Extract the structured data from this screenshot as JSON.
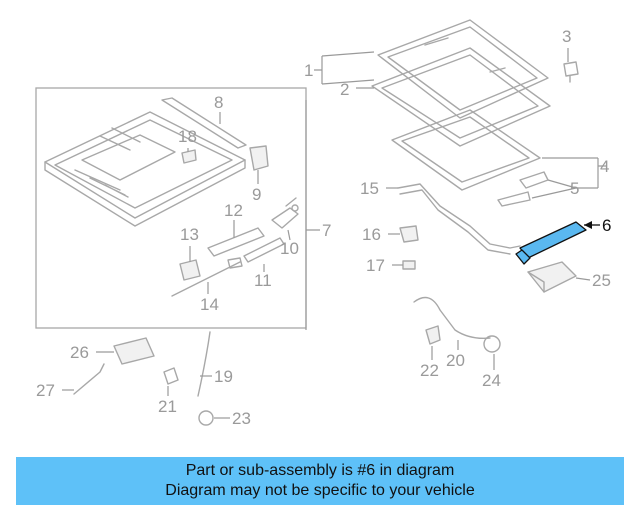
{
  "banner": {
    "line1": "Part or sub-assembly is #6 in diagram",
    "line2": "Diagram may not be specific to your vehicle"
  },
  "highlighted_part": "6",
  "colors": {
    "highlight_fill": "#5ab8f0",
    "banner_background": "#5ec1f8",
    "part_stroke": "#a8a8a8",
    "label_text": "#9a9a9a"
  },
  "labels": {
    "p1": "1",
    "p2": "2",
    "p3": "3",
    "p4": "4",
    "p5": "5",
    "p6": "6",
    "p7": "7",
    "p8": "8",
    "p9": "9",
    "p10": "10",
    "p11": "11",
    "p12": "12",
    "p13": "13",
    "p14": "14",
    "p15": "15",
    "p16": "16",
    "p17": "17",
    "p18": "18",
    "p19": "19",
    "p20": "20",
    "p21": "21",
    "p22": "22",
    "p23": "23",
    "p24": "24",
    "p25": "25",
    "p26": "26",
    "p27": "27"
  }
}
